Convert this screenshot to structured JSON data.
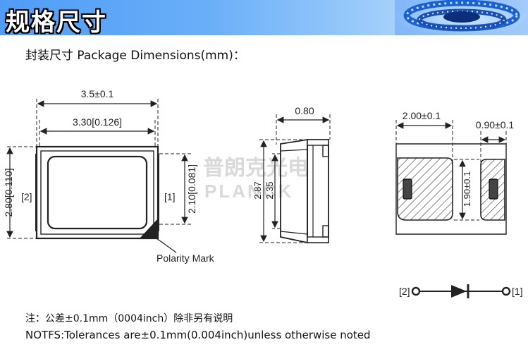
{
  "banner": {
    "title": "规格尺寸"
  },
  "subtitle": "封装尺寸 Package Dimensions(mm)：",
  "watermark": {
    "cn": "普朗克光电",
    "en": "PLANCK"
  },
  "top_view": {
    "overall_width": "3.5±0.1",
    "body_width": "3.30[0.126]",
    "overall_height": "2.80[0.110]",
    "inner_height": "2.10[0.081]",
    "left_terminal": "[2]",
    "right_terminal": "[1]",
    "polarity_label": "Polarity Mark"
  },
  "side_view": {
    "thickness": "0.80",
    "total_height": "2.87",
    "inner_height": "2.35"
  },
  "pad_view": {
    "pad_spacing": "2.00±0.1",
    "pad_width": "0.90±0.1",
    "pad_height": "1.90±0.1"
  },
  "symbol": {
    "anode": "[2]",
    "cathode": "[1]"
  },
  "notes": {
    "cn": "注：公差±0.1mm（0004inch）除非另有说明",
    "en": "NOTFS:Tolerances are±0.1mm(0.004inch)unless otherwise noted"
  },
  "colors": {
    "banner": "#5aa6f7",
    "line": "#222222",
    "watermark": "#d6d6d6"
  }
}
